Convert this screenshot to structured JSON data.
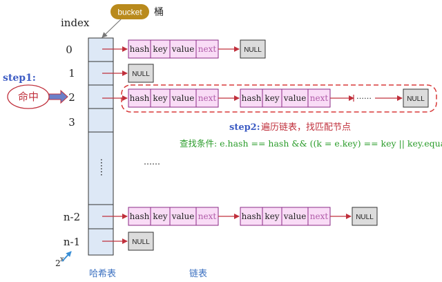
{
  "bucket_badge": {
    "label": "bucket",
    "caption": "桶"
  },
  "index_header": "index",
  "row_labels": [
    "0",
    "1",
    "2",
    "3",
    "n-2",
    "n-1"
  ],
  "vertical_dots": "……",
  "mid_dots": "……",
  "chain_dots": "……",
  "step1": {
    "label": "step1:",
    "hit": "命中"
  },
  "step2": {
    "label": "step2:",
    "text": "遍历链表，找匹配节点"
  },
  "condition": "查找条件: e.hash == hash && ((k = e.key) == key || key.equals(k))",
  "node_fields": {
    "hash": "hash",
    "key": "key",
    "value": "value",
    "next": "next"
  },
  "null_label": "NULL",
  "power_label": {
    "base": "2",
    "exp": "x"
  },
  "footer": {
    "hashtable": "哈希表",
    "linkedlist": "链表"
  },
  "colors": {
    "node_fill": "#f9dcf6",
    "node_border": "#8a2a86",
    "null_fill": "#dcdcdc",
    "arrow": "#c0303c",
    "dashed_highlight": "#d83838",
    "badge": "#b98a1c",
    "step_blue": "#3d5cc4",
    "green": "#2a9c2a",
    "next_text": "#b05aa8"
  }
}
